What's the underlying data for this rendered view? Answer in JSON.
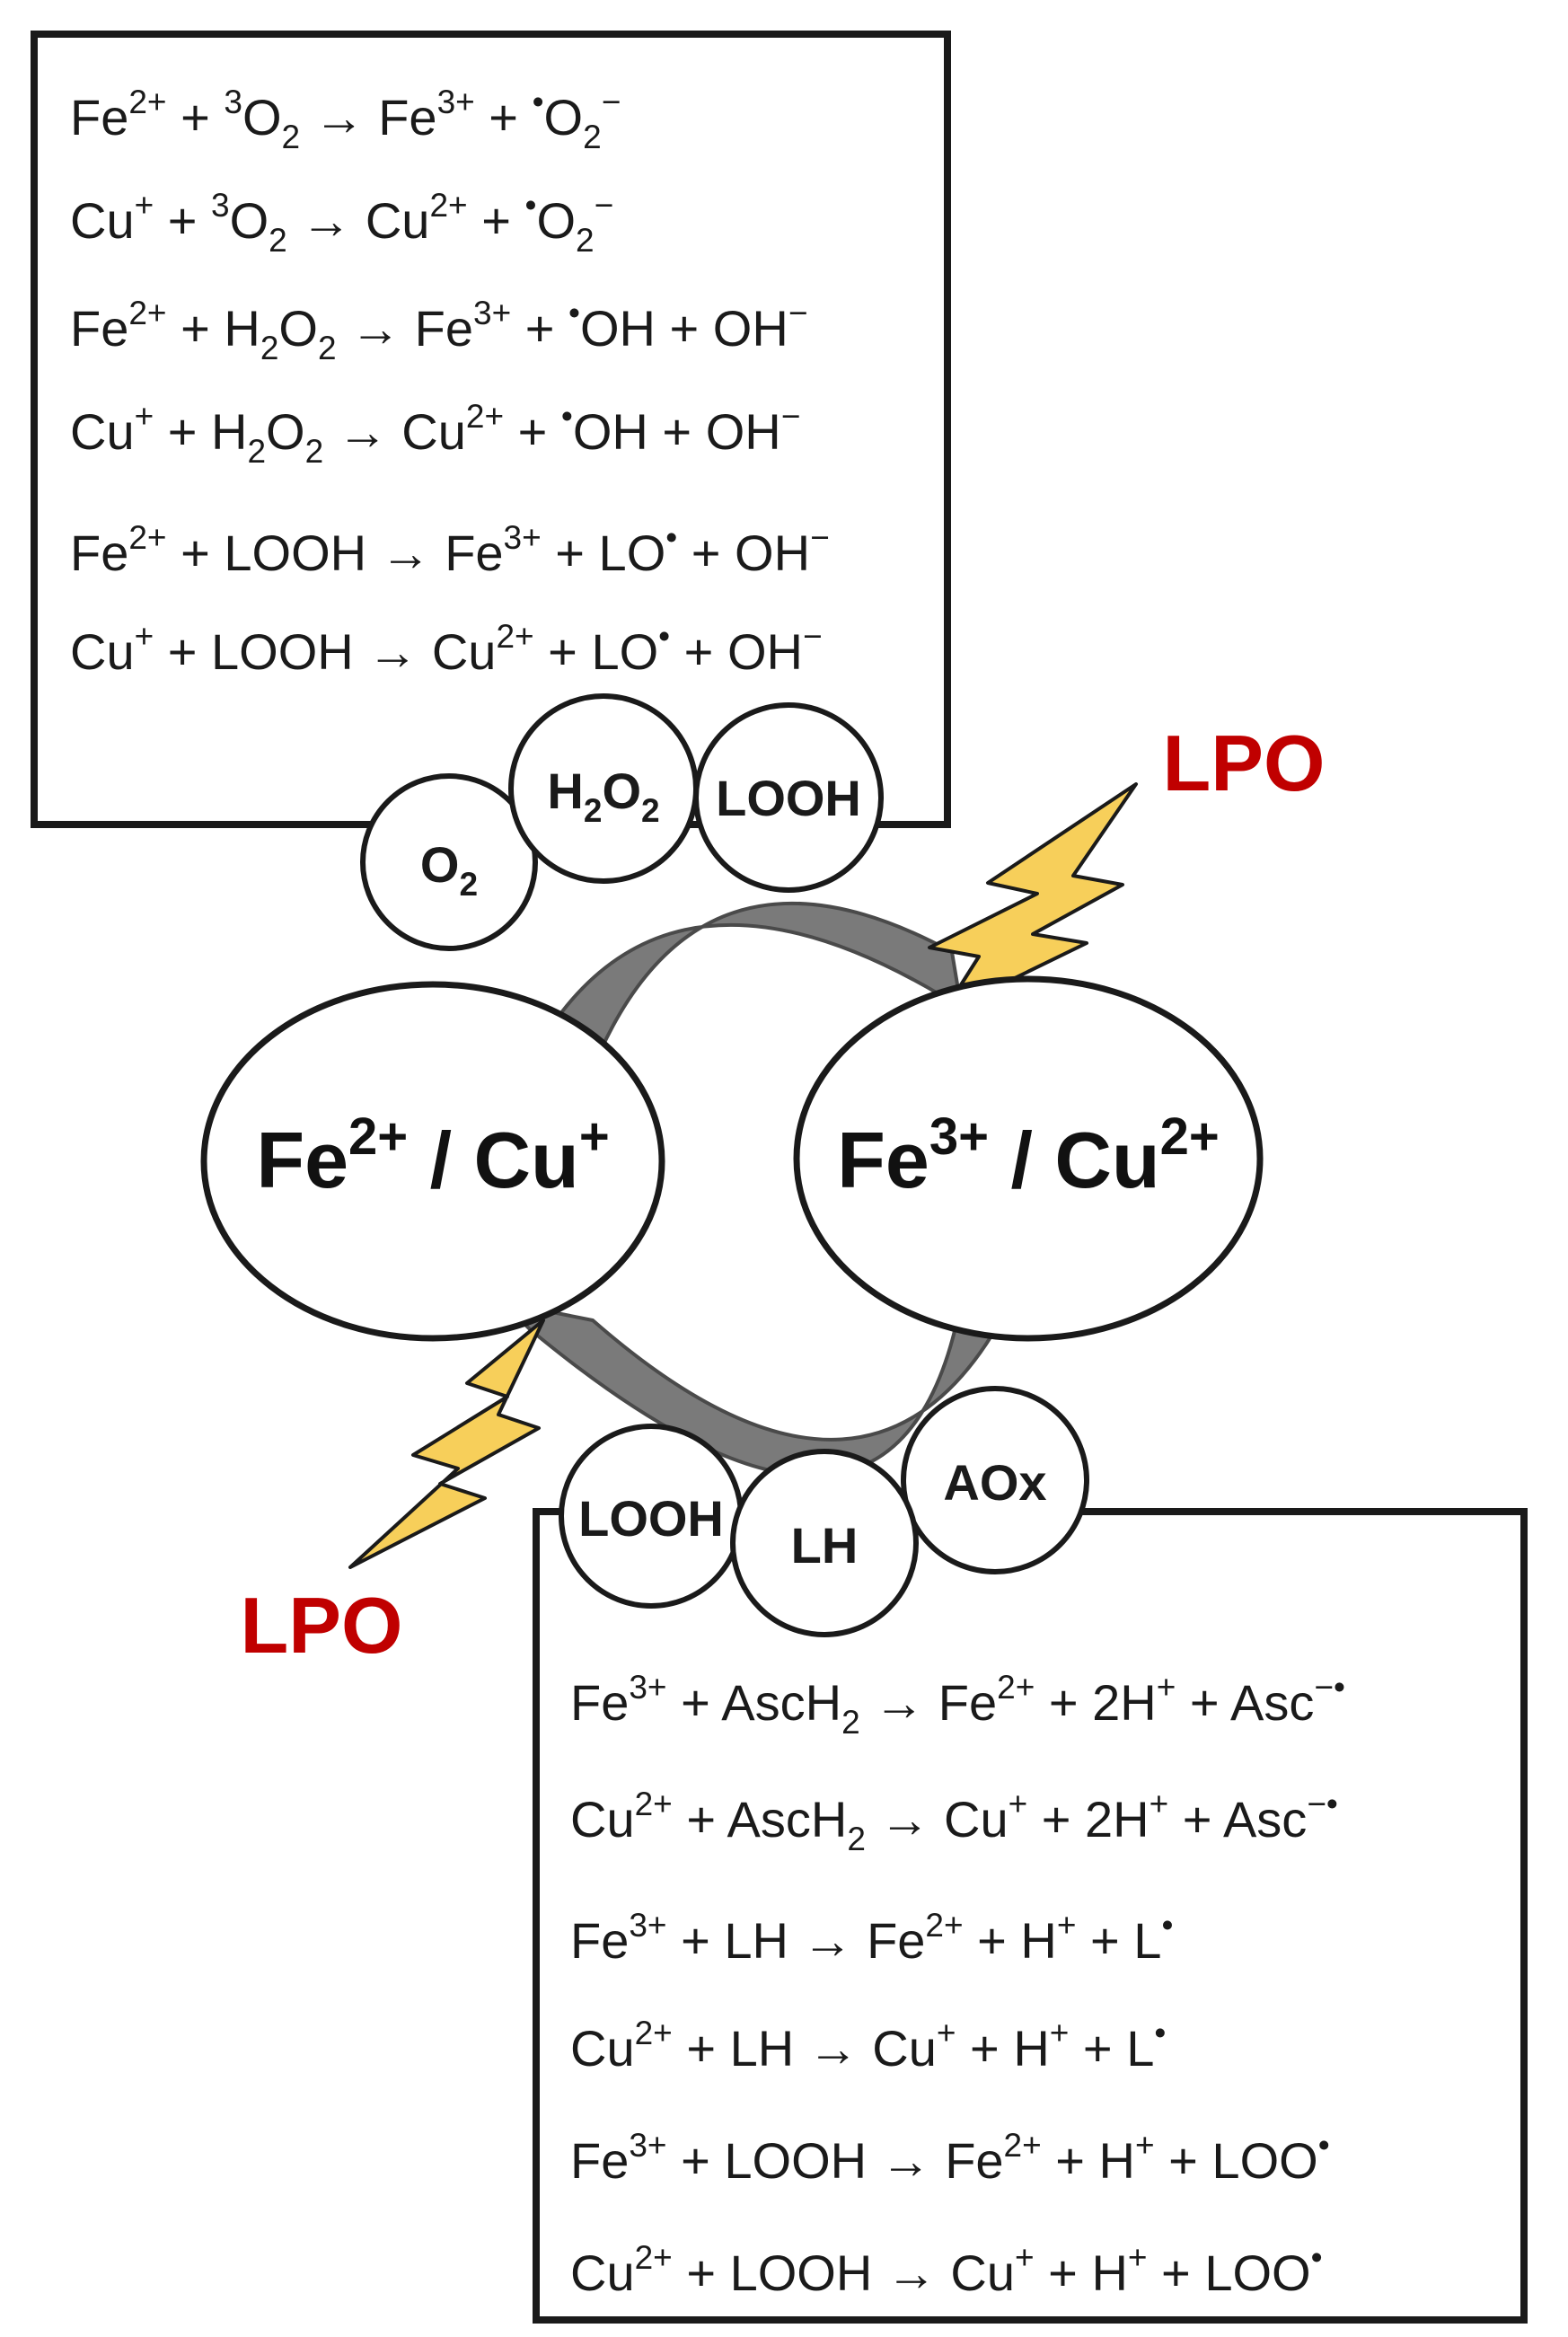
{
  "top_box": {
    "equations": [
      {
        "parts": [
          [
            "Fe",
            ""
          ],
          [
            "2+",
            "sup"
          ],
          [
            " + ",
            ""
          ],
          [
            "3",
            "sup"
          ],
          [
            "O",
            ""
          ],
          [
            "2",
            "sub"
          ],
          [
            " → Fe",
            ""
          ],
          [
            "3+",
            "sup"
          ],
          [
            " + ",
            ""
          ],
          [
            "•",
            "sup"
          ],
          [
            "O",
            ""
          ],
          [
            "2",
            "sub"
          ],
          [
            "−",
            "supover"
          ]
        ]
      },
      {
        "parts": [
          [
            "Cu",
            ""
          ],
          [
            "+",
            "sup"
          ],
          [
            " + ",
            ""
          ],
          [
            "3",
            "sup"
          ],
          [
            "O",
            ""
          ],
          [
            "2",
            "sub"
          ],
          [
            " → Cu",
            ""
          ],
          [
            "2+",
            "sup"
          ],
          [
            " + ",
            ""
          ],
          [
            "•",
            "sup"
          ],
          [
            "O",
            ""
          ],
          [
            "2",
            "sub"
          ],
          [
            "−",
            "supover"
          ]
        ]
      },
      {
        "parts": [
          [
            "Fe",
            ""
          ],
          [
            "2+",
            "sup"
          ],
          [
            " + H",
            ""
          ],
          [
            "2",
            "sub"
          ],
          [
            "O",
            ""
          ],
          [
            "2",
            "sub"
          ],
          [
            " → Fe",
            ""
          ],
          [
            "3+",
            "sup"
          ],
          [
            " + ",
            ""
          ],
          [
            "•",
            "sup"
          ],
          [
            "OH + OH",
            ""
          ],
          [
            "−",
            "sup"
          ]
        ]
      },
      {
        "parts": [
          [
            "Cu",
            ""
          ],
          [
            "+",
            "sup"
          ],
          [
            " + H",
            ""
          ],
          [
            "2",
            "sub"
          ],
          [
            "O",
            ""
          ],
          [
            "2",
            "sub"
          ],
          [
            " → Cu",
            ""
          ],
          [
            "2+",
            "sup"
          ],
          [
            " + ",
            ""
          ],
          [
            "•",
            "sup"
          ],
          [
            "OH + OH",
            ""
          ],
          [
            "−",
            "sup"
          ]
        ]
      },
      {
        "parts": [
          [
            "Fe",
            ""
          ],
          [
            "2+",
            "sup"
          ],
          [
            " + LOOH → Fe",
            ""
          ],
          [
            "3+",
            "sup"
          ],
          [
            " + LO",
            ""
          ],
          [
            "•",
            "sup"
          ],
          [
            " + OH",
            ""
          ],
          [
            "−",
            "sup"
          ]
        ]
      },
      {
        "parts": [
          [
            "Cu",
            ""
          ],
          [
            "+",
            "sup"
          ],
          [
            " + LOOH → Cu",
            ""
          ],
          [
            "2+",
            "sup"
          ],
          [
            " + LO",
            ""
          ],
          [
            "•",
            "sup"
          ],
          [
            " + OH",
            ""
          ],
          [
            "−",
            "sup"
          ]
        ]
      }
    ]
  },
  "bottom_box": {
    "equations": [
      {
        "parts": [
          [
            "Fe",
            ""
          ],
          [
            "3+",
            "sup"
          ],
          [
            " + AscH",
            ""
          ],
          [
            "2",
            "sub"
          ],
          [
            " → Fe",
            ""
          ],
          [
            "2+",
            "sup"
          ],
          [
            " + 2H",
            ""
          ],
          [
            "+",
            "sup"
          ],
          [
            " + Asc",
            ""
          ],
          [
            "−•",
            "sup"
          ]
        ]
      },
      {
        "parts": [
          [
            "Cu",
            ""
          ],
          [
            "2+",
            "sup"
          ],
          [
            " + AscH",
            ""
          ],
          [
            "2",
            "sub"
          ],
          [
            " → Cu",
            ""
          ],
          [
            "+",
            "sup"
          ],
          [
            " + 2H",
            ""
          ],
          [
            "+",
            "sup"
          ],
          [
            " + Asc",
            ""
          ],
          [
            "−•",
            "sup"
          ]
        ]
      },
      {
        "parts": [
          [
            "Fe",
            ""
          ],
          [
            "3+",
            "sup"
          ],
          [
            " + LH → Fe",
            ""
          ],
          [
            "2+",
            "sup"
          ],
          [
            " + H",
            ""
          ],
          [
            "+",
            "sup"
          ],
          [
            " + L",
            ""
          ],
          [
            "•",
            "sup"
          ]
        ]
      },
      {
        "parts": [
          [
            "Cu",
            ""
          ],
          [
            "2+",
            "sup"
          ],
          [
            " + LH → Cu",
            ""
          ],
          [
            "+",
            "sup"
          ],
          [
            " + H",
            ""
          ],
          [
            "+",
            "sup"
          ],
          [
            " + L",
            ""
          ],
          [
            "•",
            "sup"
          ]
        ]
      },
      {
        "parts": [
          [
            "Fe",
            ""
          ],
          [
            "3+",
            "sup"
          ],
          [
            " + LOOH → Fe",
            ""
          ],
          [
            "2+",
            "sup"
          ],
          [
            " + H",
            ""
          ],
          [
            "+",
            "sup"
          ],
          [
            " + LOO",
            ""
          ],
          [
            "•",
            "sup"
          ]
        ]
      },
      {
        "parts": [
          [
            "Cu",
            ""
          ],
          [
            "2+",
            "sup"
          ],
          [
            " + LOOH → Cu",
            ""
          ],
          [
            "+",
            "sup"
          ],
          [
            " + H",
            ""
          ],
          [
            "+",
            "sup"
          ],
          [
            " + LOO",
            ""
          ],
          [
            "•",
            "sup"
          ]
        ]
      }
    ]
  },
  "top_molecules": [
    {
      "parts": [
        [
          "O",
          ""
        ],
        [
          "2",
          "sub"
        ]
      ]
    },
    {
      "parts": [
        [
          "H",
          ""
        ],
        [
          "2",
          "sub"
        ],
        [
          "O",
          ""
        ],
        [
          "2",
          "sub"
        ]
      ]
    },
    {
      "parts": [
        [
          "LOOH",
          ""
        ]
      ]
    }
  ],
  "bottom_molecules": [
    {
      "parts": [
        [
          "LOOH",
          ""
        ]
      ]
    },
    {
      "parts": [
        [
          "LH",
          ""
        ]
      ]
    },
    {
      "parts": [
        [
          "AOx",
          ""
        ]
      ]
    }
  ],
  "left_ion": {
    "parts": [
      [
        "Fe",
        ""
      ],
      [
        "2+",
        "sup"
      ],
      [
        " / Cu",
        ""
      ],
      [
        "+",
        "sup"
      ]
    ]
  },
  "right_ion": {
    "parts": [
      [
        "Fe",
        ""
      ],
      [
        "3+",
        "sup"
      ],
      [
        " / Cu",
        ""
      ],
      [
        "2+",
        "sup"
      ]
    ]
  },
  "lpo_top": "LPO",
  "lpo_bottom": "LPO",
  "colors": {
    "arrow": "#7a7a7a",
    "lightning": "#f7cf5a",
    "lpo": "#c00000",
    "outline": "#1a1a1a"
  }
}
